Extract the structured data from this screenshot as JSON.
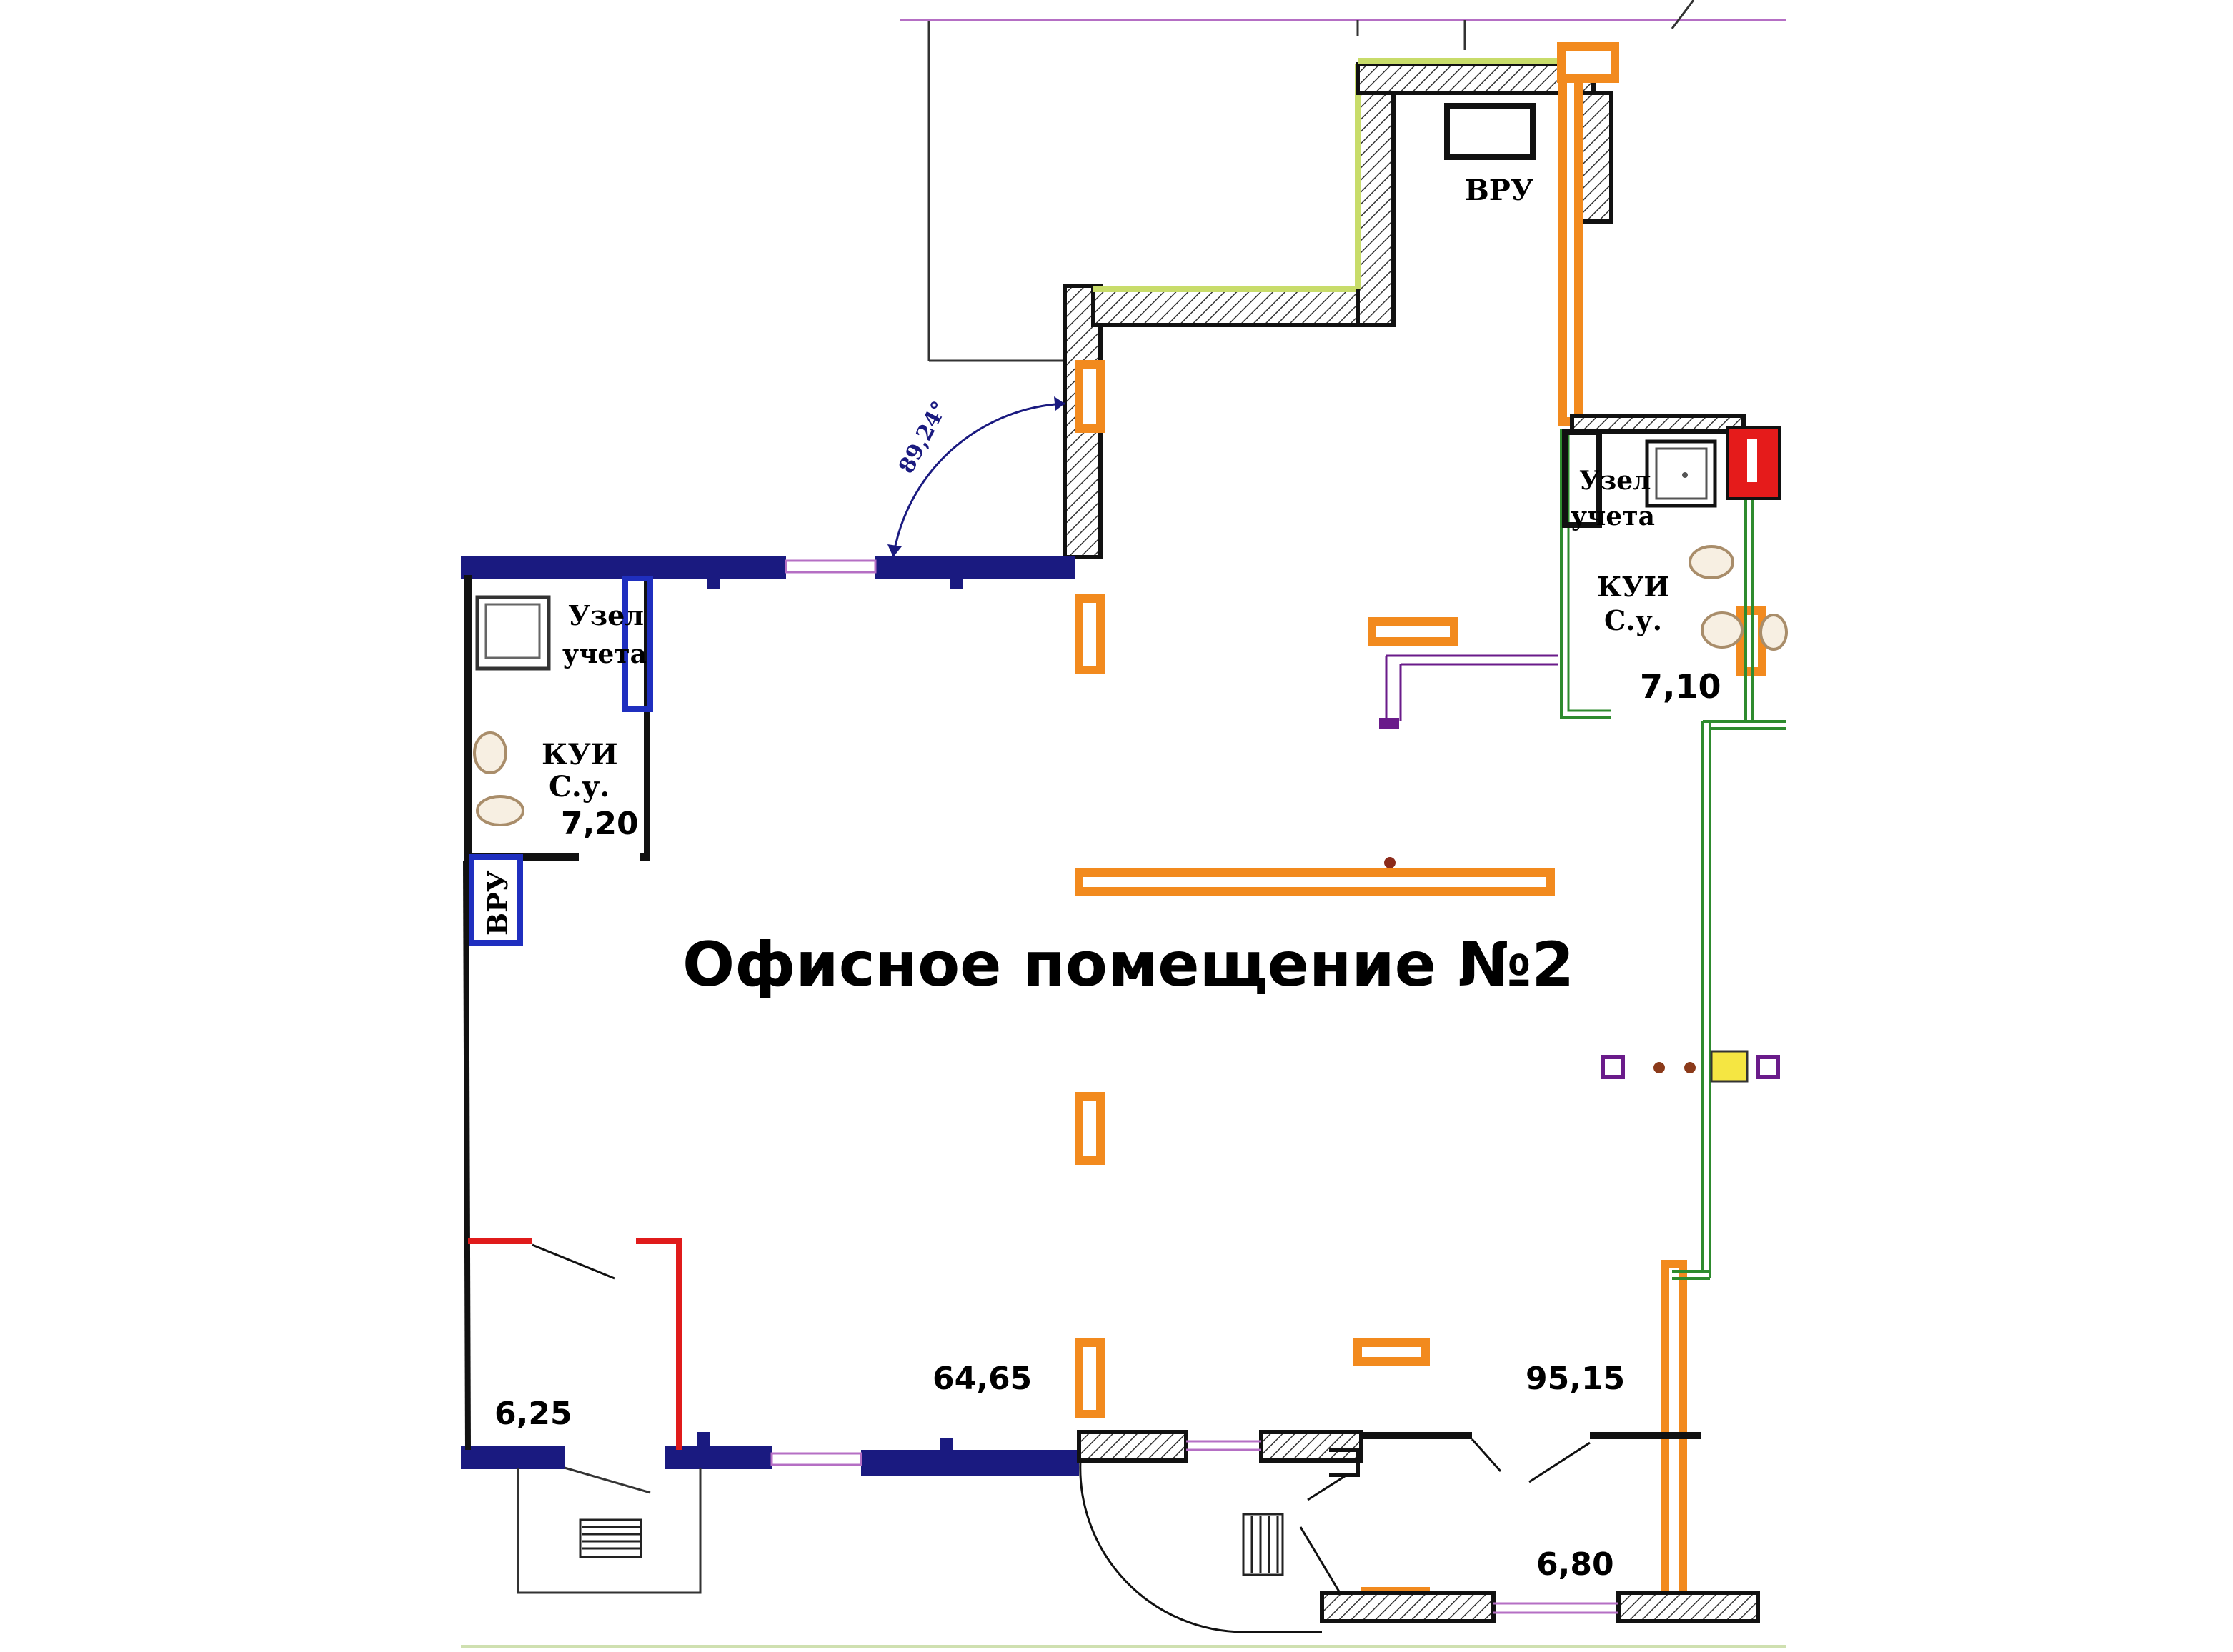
{
  "plan": {
    "title": "Офисное помещение №2",
    "areas": {
      "main_room": "64,65",
      "corridor": "95,15",
      "left_bathroom": "7,20",
      "right_bathroom": "7,10",
      "vestibule_left": "6,25",
      "vestibule_bottom": "6,80"
    },
    "labels": {
      "vru_top": "ВРУ",
      "vru_left": "ВРУ",
      "meter_left_line1": "Узел",
      "meter_left_line2": "учета",
      "meter_right_line1": "Узел",
      "meter_right_line2": "учета",
      "bath_left_line1": "КУИ",
      "bath_left_line2": "С.у.",
      "bath_right_line1": "КУИ",
      "bath_right_line2": "С.у.",
      "door_angle": "89,24°"
    },
    "colors": {
      "outer_wall": "#1a1a80",
      "column": "#f28a1e",
      "partition_green": "#2e8b2e",
      "partition_red": "#e01b1b",
      "wall_black": "#111111",
      "vent_purple": "#6a1b8a",
      "blue_box": "#1f2fbf",
      "equipment_red": "#e51b1b",
      "yellow_marker": "#f5e642",
      "lime_wall": "#c8dc6a"
    }
  }
}
